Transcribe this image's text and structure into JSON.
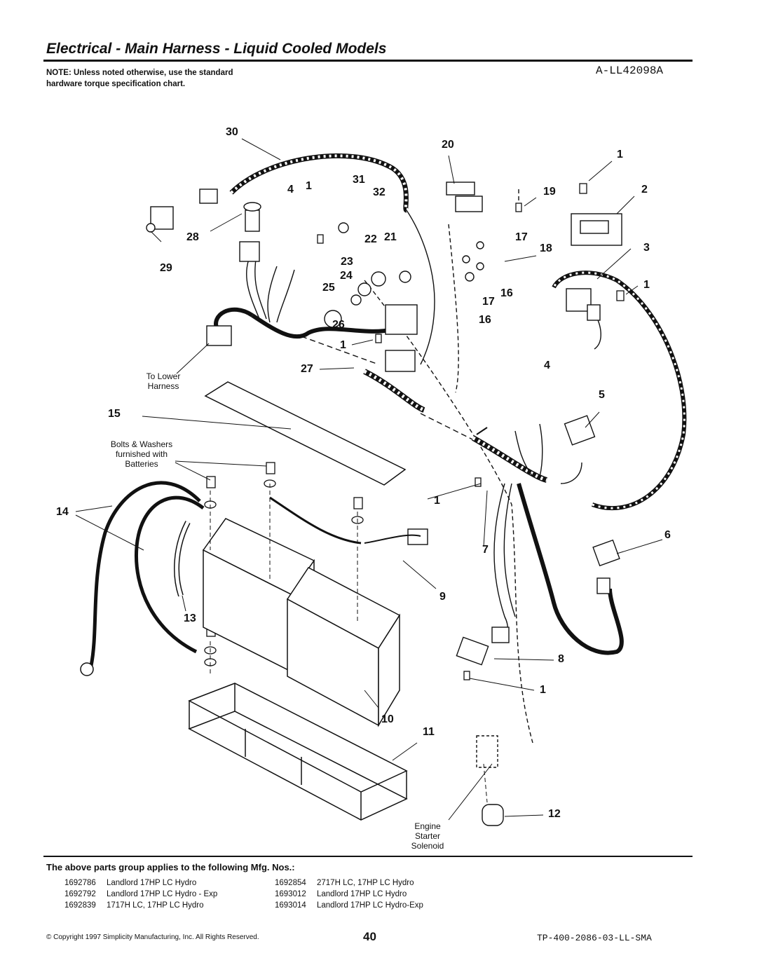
{
  "header": {
    "title": "Electrical - Main Harness - Liquid Cooled Models",
    "note": "NOTE: Unless noted otherwise, use the standard hardware torque specification chart.",
    "drawing_number": "A-LL42098A"
  },
  "labels": {
    "to_lower_harness": "To Lower Harness",
    "bolts_washers": "Bolts & Washers furnished with Batteries",
    "engine_starter": "Engine Starter Solenoid"
  },
  "callouts": [
    "30",
    "20",
    "1",
    "31",
    "4",
    "1",
    "32",
    "19",
    "2",
    "28",
    "22",
    "21",
    "17",
    "18",
    "3",
    "29",
    "23",
    "24",
    "25",
    "1",
    "17",
    "16",
    "26",
    "16",
    "1",
    "27",
    "4",
    "15",
    "5",
    "1",
    "14",
    "6",
    "7",
    "9",
    "13",
    "8",
    "1",
    "10",
    "11",
    "12"
  ],
  "applies_heading": "The above parts group applies to the following Mfg. Nos.:",
  "mfg_numbers": [
    {
      "number": "1692786",
      "model": "Landlord 17HP LC Hydro"
    },
    {
      "number": "1692792",
      "model": "Landlord 17HP LC Hydro - Exp"
    },
    {
      "number": "1692839",
      "model": "1717H LC, 17HP LC Hydro"
    },
    {
      "number": "1692854",
      "model": "2717H LC, 17HP LC Hydro"
    },
    {
      "number": "1693012",
      "model": "Landlord 17HP LC Hydro"
    },
    {
      "number": "1693014",
      "model": "Landlord 17HP LC Hydro-Exp"
    }
  ],
  "footer": {
    "copyright": "© Copyright 1997 Simplicity Manufacturing, Inc. All Rights Reserved.",
    "page_number": "40",
    "doc_number": "TP-400-2086-03-LL-SMA"
  }
}
